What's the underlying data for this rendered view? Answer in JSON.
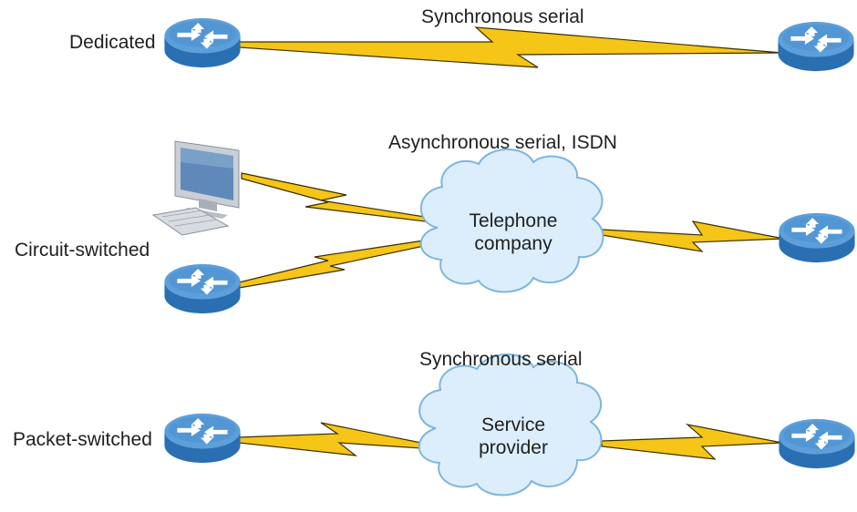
{
  "rows": {
    "dedicated": {
      "label": "Dedicated",
      "link_label": "Synchronous serial"
    },
    "circuit": {
      "label": "Circuit-switched",
      "link_label": "Asynchronous serial, ISDN",
      "cloud_line1": "Telephone",
      "cloud_line2": "company"
    },
    "packet": {
      "label": "Packet-switched",
      "link_label": "Synchronous serial",
      "cloud_line1": "Service",
      "cloud_line2": "provider"
    }
  },
  "colors": {
    "router_top": "#4f93d3",
    "router_side": "#2a6fb2",
    "cloud_fill": "#dceefb",
    "cloud_stroke": "#7fb5dd",
    "link_fill": "#f5c518",
    "link_stroke": "#3a3000",
    "monitor_frame": "#c9cfd6",
    "monitor_screen": "#5f89b8"
  },
  "icons": [
    "router-icon",
    "cloud-icon",
    "computer-icon",
    "lightning-link-icon"
  ]
}
